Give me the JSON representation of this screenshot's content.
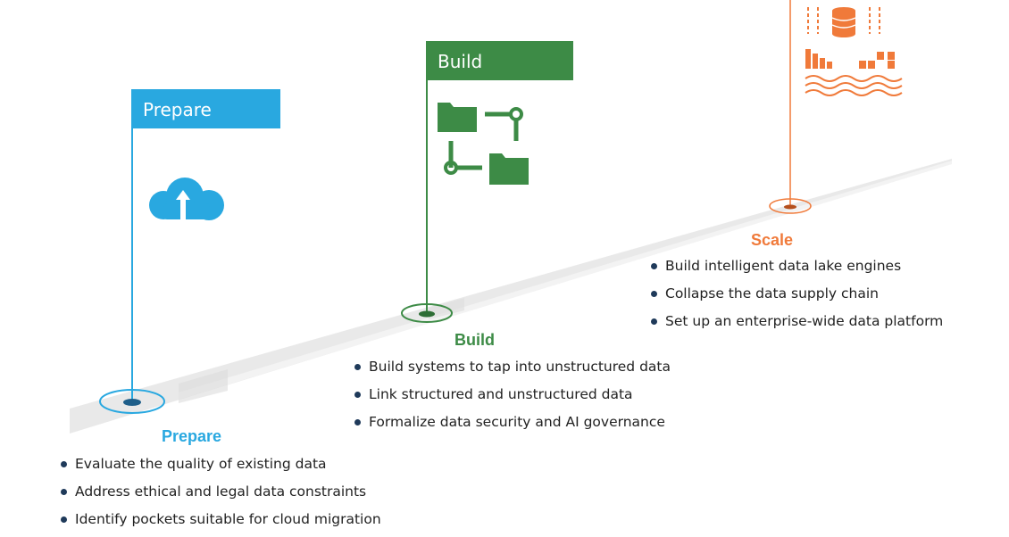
{
  "colors": {
    "prepare": "#29a8e0",
    "build": "#3d8b46",
    "scale": "#f07a3a",
    "road": "#e6e6e6",
    "bullet_text": "#222222"
  },
  "stages": [
    {
      "id": "prepare",
      "flag_label": "Prepare",
      "icon": "cloud-upload-icon",
      "title": "Prepare",
      "bullets": [
        "Evaluate the quality of existing data",
        "Address ethical and legal data constraints",
        "Identify pockets suitable for cloud migration"
      ]
    },
    {
      "id": "build",
      "flag_label": "Build",
      "icon": "linked-folders-icon",
      "title": "Build",
      "bullets": [
        "Build systems to tap into unstructured data",
        "Link structured and unstructured data",
        "Formalize data security and AI governance"
      ]
    },
    {
      "id": "scale",
      "flag_label": "",
      "icon": "data-lake-icon",
      "title": "Scale",
      "bullets": [
        "Build intelligent data lake engines",
        "Collapse the data supply chain",
        "Set up an enterprise-wide data platform"
      ]
    }
  ]
}
